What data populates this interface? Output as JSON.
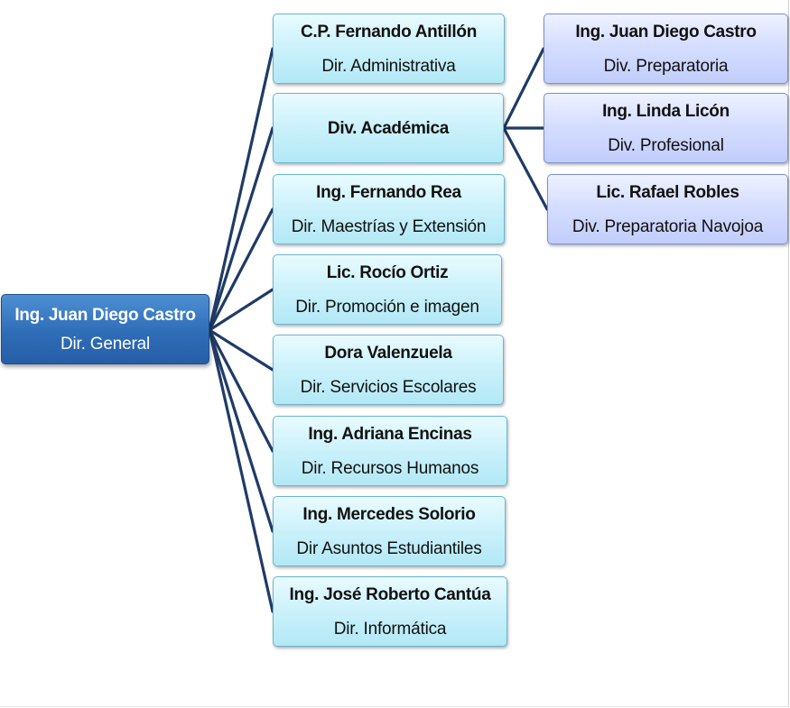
{
  "root": {
    "name": "Ing. Juan Diego Castro",
    "role": "Dir. General"
  },
  "level1": [
    {
      "name": "C.P. Fernando Antillón",
      "role": "Dir. Administrativa"
    },
    {
      "name": "Div. Académica",
      "role": ""
    },
    {
      "name": "Ing. Fernando Rea",
      "role": "Dir. Maestrías y Extensión"
    },
    {
      "name": "Lic. Rocío Ortiz",
      "role": "Dir. Promoción e imagen"
    },
    {
      "name": "Dora Valenzuela",
      "role": "Dir. Servicios Escolares"
    },
    {
      "name": "Ing. Adriana Encinas",
      "role": "Dir. Recursos Humanos"
    },
    {
      "name": "Ing. Mercedes Solorio",
      "role": "Dir Asuntos Estudiantiles"
    },
    {
      "name": "Ing. José Roberto Cantúa",
      "role": "Dir. Informática"
    }
  ],
  "level2": [
    {
      "name": "Ing. Juan Diego Castro",
      "role": "Div. Preparatoria"
    },
    {
      "name": "Ing. Linda Licón",
      "role": "Div. Profesional"
    },
    {
      "name": "Lic. Rafael Robles",
      "role": "Div. Preparatoria Navojoa"
    }
  ],
  "colors": {
    "connector": "#1f3b66",
    "root_fill": "#2f6db7",
    "level1_fill": "#c8f0fa",
    "level2_fill": "#d0d9fd"
  }
}
